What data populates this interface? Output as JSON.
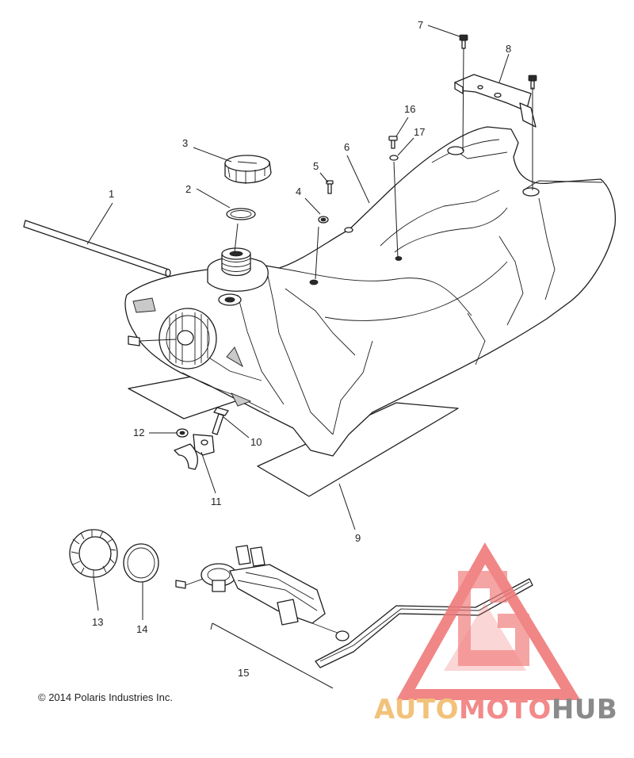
{
  "callouts": [
    "1",
    "2",
    "3",
    "4",
    "5",
    "6",
    "7",
    "8",
    "9",
    "10",
    "11",
    "12",
    "13",
    "14",
    "15",
    "16",
    "17"
  ],
  "copyright": "© 2014 Polaris Industries Inc.",
  "watermark": {
    "part1": "AUTO",
    "part2": "MOTO",
    "part3": "HUB",
    "colors": {
      "part1": "#f2c27a",
      "part2": "#f28a8a",
      "part3": "#8a8a8a",
      "logo": "#f07a7a"
    }
  }
}
